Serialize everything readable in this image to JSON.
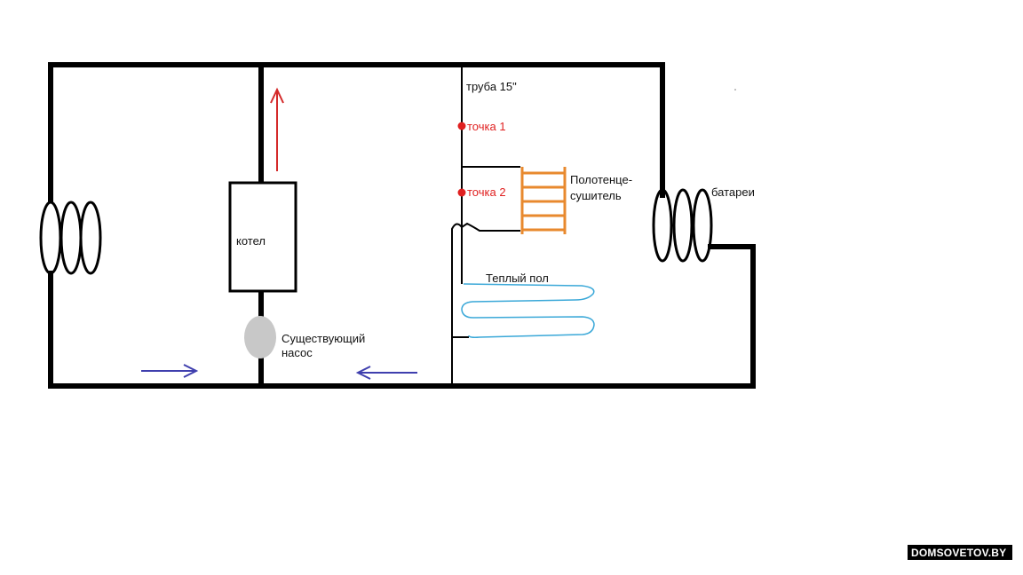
{
  "labels": {
    "pipe": "труба 15\"",
    "point1": "точка 1",
    "point2": "точка 2",
    "towel_dryer_line1": "Полотенце-",
    "towel_dryer_line2": "сушитель",
    "radiators": "батареи",
    "boiler": "котел",
    "pump_line1": "Существующий",
    "pump_line2": "насос",
    "floor_heating": "Теплый пол"
  },
  "watermark": "DOMSOVETOV.BY",
  "colors": {
    "pipe": "#000000",
    "supply_arrow": "#d42a2a",
    "return_arrow": "#3f3fae",
    "point_marker": "#e02020",
    "towel_dryer": "#e8892e",
    "floor_loop": "#3aa8d8",
    "pump": "#c8c8c8"
  }
}
